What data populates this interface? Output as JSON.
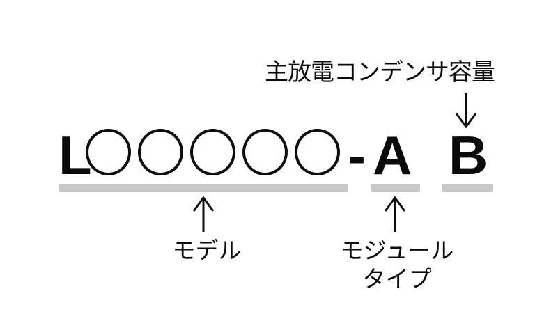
{
  "diagram": {
    "title_label": "主放電コンデンサ容量",
    "model_code": {
      "prefix": "L",
      "placeholder_count": 5,
      "separator": "-",
      "module_type_char": "A",
      "capacitor_char": "B"
    },
    "labels": {
      "model": "モデル",
      "module_type_line1": "モジュール",
      "module_type_line2": "タイプ"
    },
    "colors": {
      "text": "#0a0a0a",
      "underline_bar": "#c8c8c8",
      "background": "#ffffff"
    }
  }
}
